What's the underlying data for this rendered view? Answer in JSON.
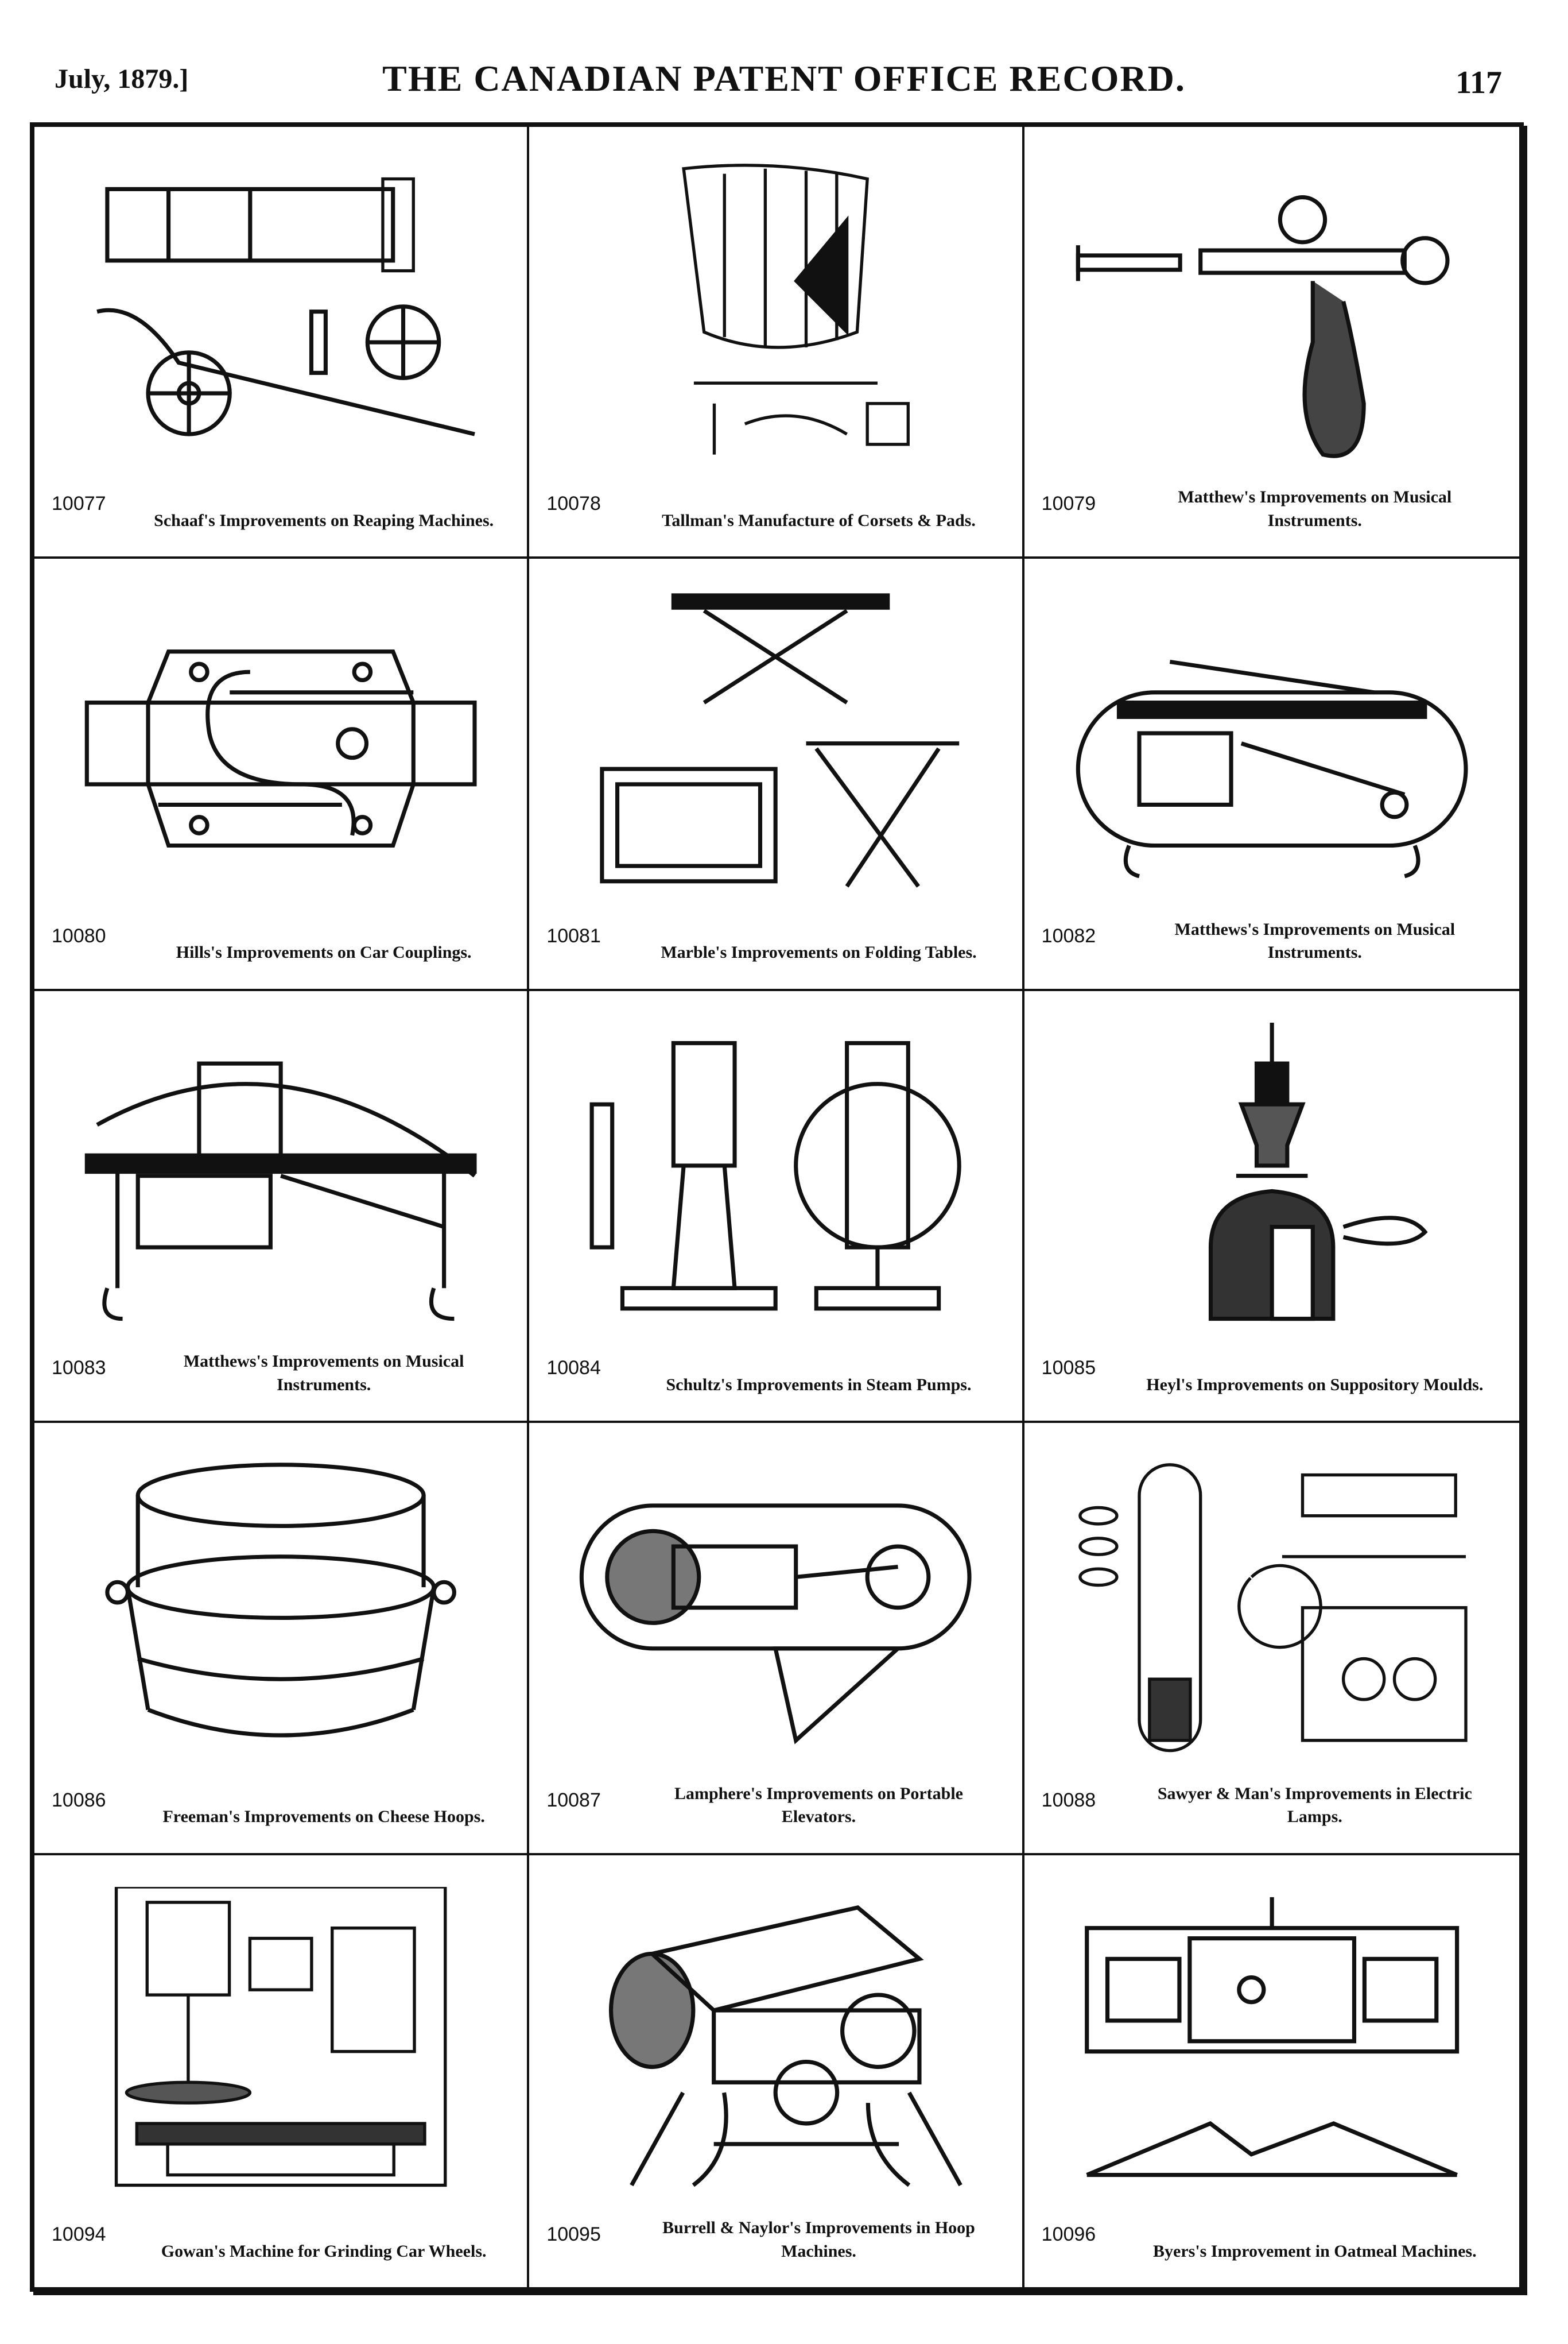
{
  "header": {
    "date": "July, 1879.]",
    "title": "THE CANADIAN PATENT OFFICE RECORD.",
    "page_number": "117"
  },
  "entries": [
    {
      "number": "10077",
      "caption": "Schaaf's Improvements on Reaping Machines."
    },
    {
      "number": "10078",
      "caption": "Tallman's Manufacture of Corsets & Pads."
    },
    {
      "number": "10079",
      "caption": "Matthew's Improvements on Musical Instruments."
    },
    {
      "number": "10080",
      "caption": "Hills's Improvements on Car Couplings."
    },
    {
      "number": "10081",
      "caption": "Marble's Improvements on Folding Tables."
    },
    {
      "number": "10082",
      "caption": "Matthews's Improvements on Musical Instruments."
    },
    {
      "number": "10083",
      "caption": "Matthews's Improvements on Musical Instruments."
    },
    {
      "number": "10084",
      "caption": "Schultz's Improvements in Steam Pumps."
    },
    {
      "number": "10085",
      "caption": "Heyl's Improvements on Suppository Moulds."
    },
    {
      "number": "10086",
      "caption": "Freeman's Improvements on Cheese Hoops."
    },
    {
      "number": "10087",
      "caption": "Lamphere's Improvements on Portable Elevators."
    },
    {
      "number": "10088",
      "caption": "Sawyer & Man's Improvements in Electric Lamps."
    },
    {
      "number": "10094",
      "caption": "Gowan's Machine for Grinding Car Wheels."
    },
    {
      "number": "10095",
      "caption": "Burrell & Naylor's Improvements in Hoop Machines."
    },
    {
      "number": "10096",
      "caption": "Byers's Improvement in Oatmeal Machines."
    }
  ]
}
